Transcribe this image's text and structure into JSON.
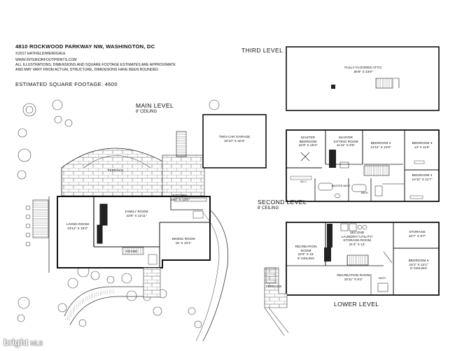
{
  "header": {
    "address": "4810 ROCKWOOD PARKWAY NW, WASHINGTON, DC",
    "copyright": "©2017 HATFIELD/WEIR/GALE",
    "website": "WWW.INTERIORFOOTPRINTS.COM",
    "disclaimer_1": "ALL ILLUSTRATIONS, DIMENSIONS AND SQUARE FOOTAGE ESTIMATES ARE APPROXIMATE",
    "disclaimer_2": "AND MAY VARY FROM ACTUAL STRUCTURE. DIMENSIONS HAVE BEEN ROUNDED.",
    "sqft": "ESTIMATED SQUARE FOOTAGE: 4600"
  },
  "main_level": {
    "title": "MAIN LEVEL",
    "ceiling": "8' CEILING",
    "rooms": {
      "garage_name": "TWO-CAR GARAGE",
      "garage_dim": "22'10\" X 20'3\"",
      "terrace": "TERRACE",
      "kitchen_name": "KITCHEN",
      "kitchen_dim": "19'4\" X 13'6\"",
      "family_name": "FAMILY ROOM",
      "family_dim": "22'8\" X 12'11\"",
      "living_name": "LIVING ROOM",
      "living_dim": "23'11\" X 15'2\"",
      "dining_name": "DINING ROOM",
      "dining_dim": "15' X 13'1\"",
      "foyer": "FOYER"
    }
  },
  "third_level": {
    "title": "THIRD LEVEL",
    "attic_name": "FULLY FLOORED ATTIC",
    "attic_dim": "56'9\" X 23'9\""
  },
  "second_level": {
    "title": "SECOND LEVEL",
    "ceiling": "8' CEILING",
    "rooms": {
      "master_bed_1": "MASTER",
      "master_bed_2": "BEDROOM",
      "master_bed_dim": "16'3\" X 15'3\"",
      "sitting_1": "MASTER",
      "sitting_2": "SITTING ROOM",
      "sitting_dim": "11'11\" X 9'5\"",
      "bed2_name": "BEDROOM 2",
      "bed2_dim": "12'11\" X 12'6\"",
      "bed3_name": "BEDROOM 3",
      "bed3_dim": "13' X 11'5\"",
      "bed4_name": "BEDROOM 4",
      "bed4_dim": "12'11\" X 11'7\"",
      "master_bath": "MASTER BATH",
      "bath": "BATH",
      "wic": "W.I.C."
    }
  },
  "lower_level": {
    "title": "LOWER LEVEL",
    "rooms": {
      "rec1_name_1": "RECREATION",
      "rec1_name_2": "ROOM",
      "rec1_dim": "22'6\" X 15'",
      "rec1_ceiling": "8' CEILING",
      "laundry_1": "SECOND",
      "laundry_2": "LAUNDRY/ UTILITY/",
      "laundry_3": "STORAGE ROOM",
      "laundry_dim": "21'4\" X 13'",
      "storage_name": "STORAGE",
      "storage_dim": "16'7\" X 9'7\"",
      "bed5_name": "BEDROOM 5",
      "bed5_dim": "16'1\" X 12'1\"",
      "bed5_ceiling": "8' CEILING",
      "rec2_name": "RECREATION ROOM",
      "rec2_dim": "16'11\" X 8'2\"",
      "terrace": "TERRACE",
      "bath": "BATH"
    }
  },
  "watermark": {
    "brand": "bright",
    "suffix": "MLS"
  },
  "colors": {
    "ink": "#111111",
    "paper": "#ffffff",
    "fill_dark": "#222222",
    "hatch": "#bbbbbb"
  }
}
